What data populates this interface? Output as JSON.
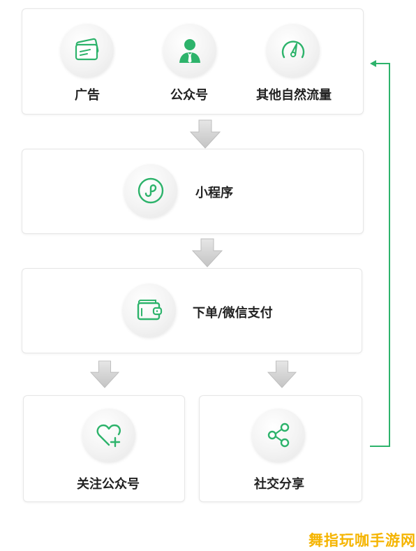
{
  "colors": {
    "accent": "#2db36b",
    "arrow": "#cfcfcf",
    "watermark": "#f5b400"
  },
  "row1": {
    "ads_label": "广告",
    "official_account_label": "公众号",
    "other_traffic_label": "其他自然流量"
  },
  "mini_program": {
    "label": "小程序"
  },
  "order_pay": {
    "label": "下单/微信支付"
  },
  "follow": {
    "label": "关注公众号"
  },
  "share": {
    "label": "社交分享"
  },
  "watermark": "舞指玩咖手游网"
}
